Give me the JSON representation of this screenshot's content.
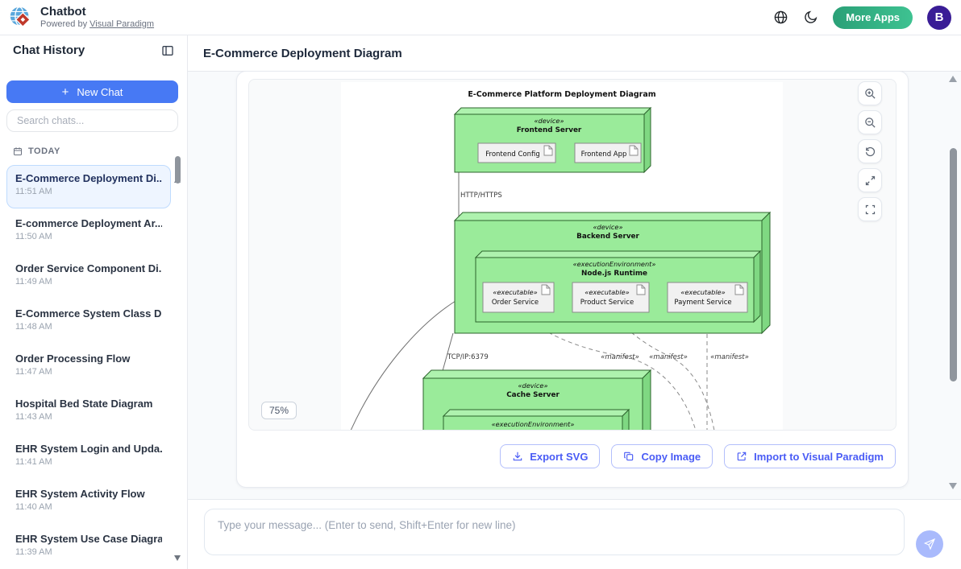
{
  "colors": {
    "accent_blue": "#4779f4",
    "action_blue": "#4a5cf5",
    "brand_green_gradient": [
      "#2aa077",
      "#3ec291"
    ],
    "avatar_purple": "#3a1d96",
    "node_green_front": "#9aeb9a",
    "node_green_top": "#aef2ae",
    "node_green_side": "#7fd882",
    "selected_chat_bg": "#eef5ff"
  },
  "header": {
    "app_title": "Chatbot",
    "powered_prefix": "Powered by",
    "powered_link": "Visual Paradigm",
    "more_apps": "More Apps",
    "avatar_initial": "B"
  },
  "sidebar": {
    "title": "Chat History",
    "new_chat": "New Chat",
    "plus": "+",
    "search_placeholder": "Search chats...",
    "section": "TODAY",
    "items": [
      {
        "title": "E-Commerce Deployment Di...",
        "time": "11:51 AM"
      },
      {
        "title": "E-commerce Deployment Ar...",
        "time": "11:50 AM"
      },
      {
        "title": "Order Service Component Di...",
        "time": "11:49 AM"
      },
      {
        "title": "E-Commerce System Class Di...",
        "time": "11:48 AM"
      },
      {
        "title": "Order Processing Flow",
        "time": "11:47 AM"
      },
      {
        "title": "Hospital Bed State Diagram",
        "time": "11:43 AM"
      },
      {
        "title": "EHR System Login and Upda...",
        "time": "11:41 AM"
      },
      {
        "title": "EHR System Activity Flow",
        "time": "11:40 AM"
      },
      {
        "title": "EHR System Use Case Diagram",
        "time": "11:39 AM"
      }
    ]
  },
  "main": {
    "title": "E-Commerce Deployment Diagram",
    "zoom_level": "75%",
    "actions": {
      "export_svg": "Export SVG",
      "copy_image": "Copy Image",
      "import_vp": "Import to Visual Paradigm"
    }
  },
  "composer": {
    "placeholder": "Type your message... (Enter to send, Shift+Enter for new line)"
  },
  "diagram": {
    "title": "E-Commerce Platform Deployment Diagram",
    "device_stereotype": "«device»",
    "exec_env_stereotype": "«executionEnvironment»",
    "executable_stereotype": "«executable»",
    "manifest_label": "«manifest»",
    "frontend_server": "Frontend Server",
    "frontend_config": "Frontend Config",
    "frontend_app": "Frontend App",
    "backend_server": "Backend Server",
    "nodejs_runtime": "Node.js Runtime",
    "order_service": "Order Service",
    "product_service": "Product Service",
    "payment_service": "Payment Service",
    "cache_server": "Cache Server",
    "http_label": "HTTP/HTTPS",
    "tcp_label": "TCP/IP:6379"
  }
}
